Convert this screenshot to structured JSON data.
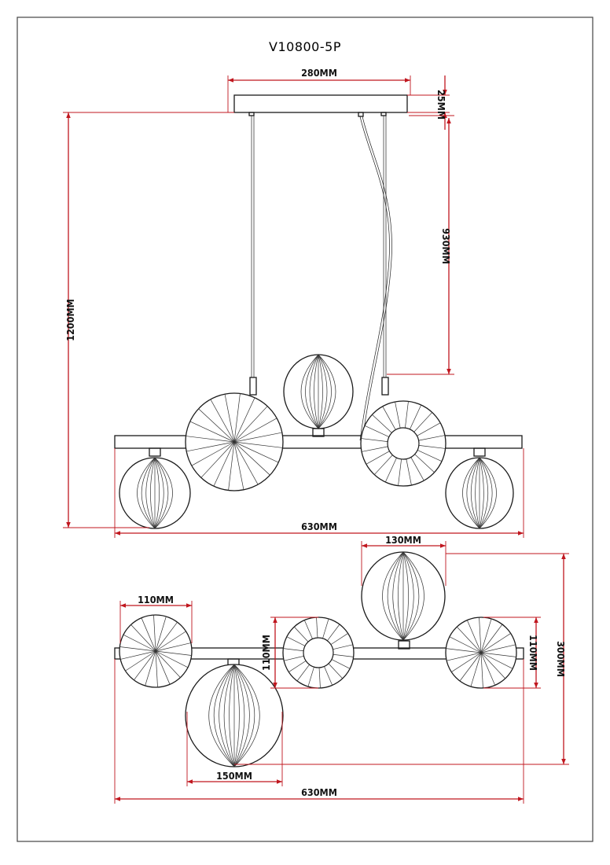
{
  "title": "V10800-5P",
  "colors": {
    "dimension": "#c0171f",
    "outline": "#1a1a1a",
    "background": "#ffffff"
  },
  "dimensions": {
    "canopy_width": "280MM",
    "canopy_height": "25MM",
    "cable_length": "930MM",
    "total_height": "1200MM",
    "front_width": "630MM",
    "top_shade_width": "130MM",
    "left_disc_width": "110MM",
    "large_shade_width": "150MM",
    "middle_disc_height": "110MM",
    "right_disc_height": "110MM",
    "top_depth": "300MM",
    "top_width": "630MM"
  }
}
